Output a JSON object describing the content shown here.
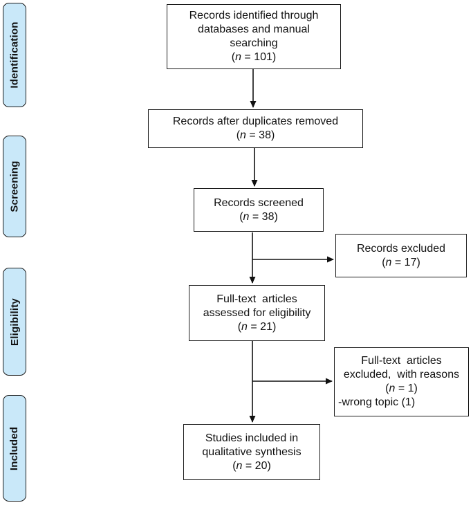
{
  "colors": {
    "stage_fill": "#C9E8F9",
    "stage_border": "#1a1a1a",
    "box_border": "#1a1a1a",
    "text": "#111111",
    "arrow": "#111111"
  },
  "stages": [
    {
      "label": "Identification"
    },
    {
      "label": "Screening"
    },
    {
      "label": "Eligibility"
    },
    {
      "label": "Included"
    }
  ],
  "flow": {
    "boxes": [
      {
        "name": "records-identified",
        "lines": [
          "Records identified through",
          "databases and manual",
          "searching",
          "(n = 101)"
        ]
      },
      {
        "name": "records-after-duplicates",
        "lines": [
          "Records after duplicates removed",
          "(n = 38)"
        ]
      },
      {
        "name": "records-screened",
        "lines": [
          "Records screened",
          "(n = 38)"
        ]
      },
      {
        "name": "records-excluded",
        "lines": [
          "Records excluded",
          "(n = 17)"
        ]
      },
      {
        "name": "fulltext-assessed",
        "lines": [
          "Full-text  articles",
          "assessed for eligibility",
          "(n = 21)"
        ]
      },
      {
        "name": "fulltext-excluded",
        "lines": [
          "Full-text  articles",
          "excluded,  with reasons",
          "(n = 1)",
          {
            "text": "-wrong topic (1)",
            "align": "left"
          }
        ]
      },
      {
        "name": "studies-included",
        "lines": [
          "Studies included in",
          "qualitative synthesis",
          "(n = 20)"
        ]
      }
    ]
  }
}
